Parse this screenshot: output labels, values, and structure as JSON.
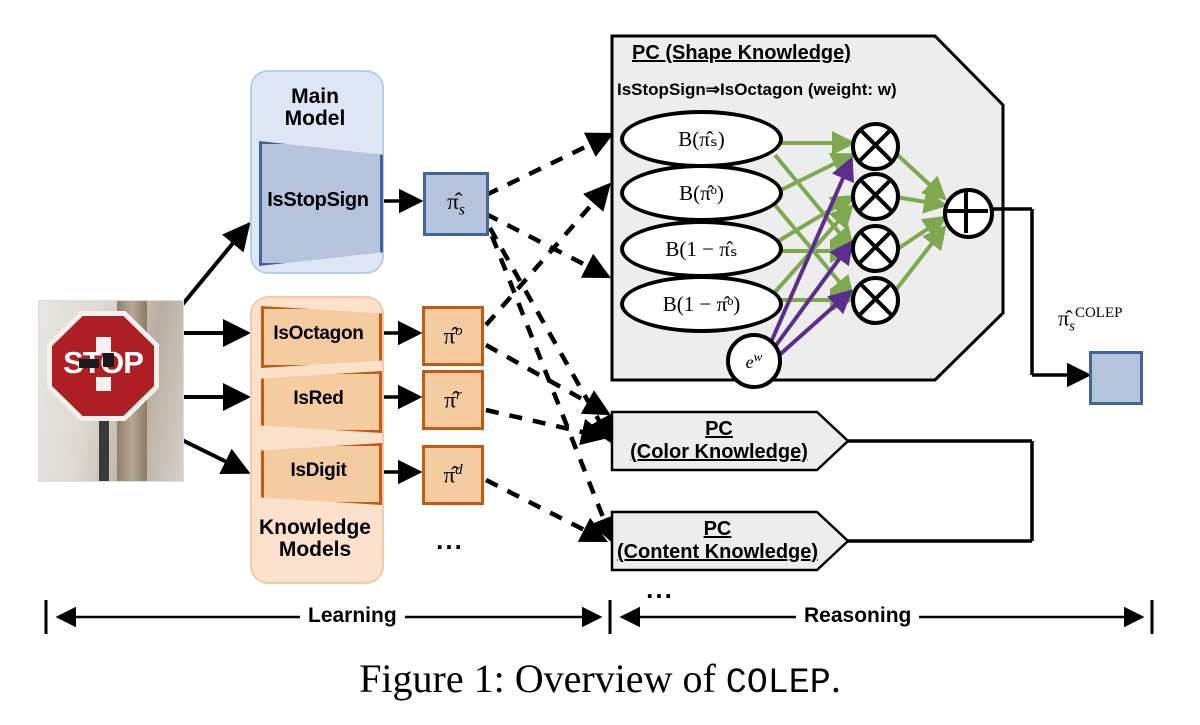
{
  "figure": {
    "caption_prefix": "Figure 1: Overview of ",
    "caption_name": "COLEP",
    "caption_suffix": "."
  },
  "input": {
    "image_alt": "stop-sign-photo"
  },
  "main_model": {
    "title_line1": "Main",
    "title_line2": "Model",
    "trapezoid_label": "IsStopSign",
    "output_label": "π̂",
    "output_sub": "s",
    "colors": {
      "fill": "#B6C3DC",
      "border": "#42639B",
      "panel": "#DCE6F5"
    }
  },
  "knowledge_models": {
    "title_line1": "Knowledge",
    "title_line2": "Models",
    "ellipsis": "...",
    "colors": {
      "fill": "#F5CBA0",
      "border": "#C55A11",
      "panel": "#FBE0CC"
    },
    "items": [
      {
        "label": "IsOctagon",
        "output_label": "π̂",
        "output_sup": "o"
      },
      {
        "label": "IsRed",
        "output_label": "π̂",
        "output_sup": "r"
      },
      {
        "label": "IsDigit",
        "output_label": "π̂",
        "output_sup": "d"
      }
    ]
  },
  "pc_shape": {
    "header": "PC (Shape Knowledge)",
    "rule": "IsStopSign⇒IsOctagon (weight: w)",
    "leaves": [
      "B(π̂ₛ)",
      "B(π̂ᵒ)",
      "B(1 − π̂ₛ",
      "B(1 − π̂ᵒ)"
    ],
    "weight_node": "e^w",
    "product_nodes": [
      "⊗",
      "⊗",
      "⊗",
      "⊗"
    ],
    "sum_node": "⊕",
    "colors": {
      "edge_product": "#7FA94F",
      "edge_weight": "#5B2D8E",
      "fill": "#EDEDED"
    }
  },
  "pc_color": {
    "header": "PC",
    "subheader": "(Color Knowledge)"
  },
  "pc_content": {
    "header": "PC",
    "subheader": "(Content Knowledge)"
  },
  "pc_ellipsis": "...",
  "output": {
    "label_base": "π̂",
    "label_sub": "s",
    "label_sup": "COLEP",
    "colors": {
      "fill": "#B6C3DC",
      "border": "#42639B"
    }
  },
  "bands": {
    "learning": "Learning",
    "reasoning": "Reasoning"
  }
}
